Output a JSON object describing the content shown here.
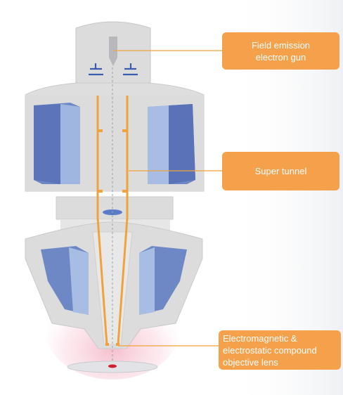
{
  "colors": {
    "housing": "#dcdcdc",
    "housing_light": "#ebebeb",
    "housing_dark": "#c8c8c8",
    "coil_blue": "#7892cc",
    "coil_blue_dark": "#5a72b8",
    "coil_blue_light": "#a7bde3",
    "tunnel_orange": "#f0a23c",
    "callout_orange": "#f5a04a",
    "beam_red": "#d02030",
    "glow_pink": "#f7c7d4",
    "background_panel": "#f3f4f6"
  },
  "callouts": {
    "gun": {
      "label": "Field emission\nelectron gun"
    },
    "tunnel": {
      "label": "Super tunnel"
    },
    "objective": {
      "label": "Electromagnetic &\nelectrostatic compound\nobjective lens"
    }
  },
  "icons": [
    "emitter-tip-icon",
    "specimen-stage-icon"
  ]
}
